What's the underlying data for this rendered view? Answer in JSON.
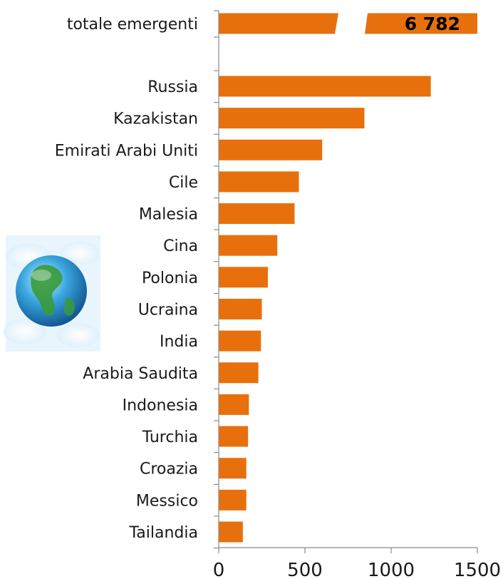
{
  "chart_data": {
    "type": "bar",
    "orientation": "horizontal",
    "categories": [
      "totale emergenti",
      "Russia",
      "Kazakistan",
      "Emirati Arabi Uniti",
      "Cile",
      "Malesia",
      "Cina",
      "Polonia",
      "Ucraina",
      "India",
      "Arabia Saudita",
      "Indonesia",
      "Turchia",
      "Croazia",
      "Messico",
      "Tailandia"
    ],
    "values": [
      6782,
      1230,
      845,
      600,
      465,
      440,
      340,
      285,
      250,
      245,
      230,
      175,
      170,
      160,
      160,
      140
    ],
    "data_labels": {
      "totale emergenti": "6 782"
    },
    "broken_bar": "totale emergenti",
    "xlim": [
      0,
      1500
    ],
    "xticks": [
      0,
      500,
      1000,
      1500
    ],
    "grid": false,
    "colors": {
      "bar": "#E8700C",
      "axis": "#8a8a8a",
      "text": "#1a1a1a"
    }
  },
  "decoration": {
    "icon": "globe-icon"
  }
}
